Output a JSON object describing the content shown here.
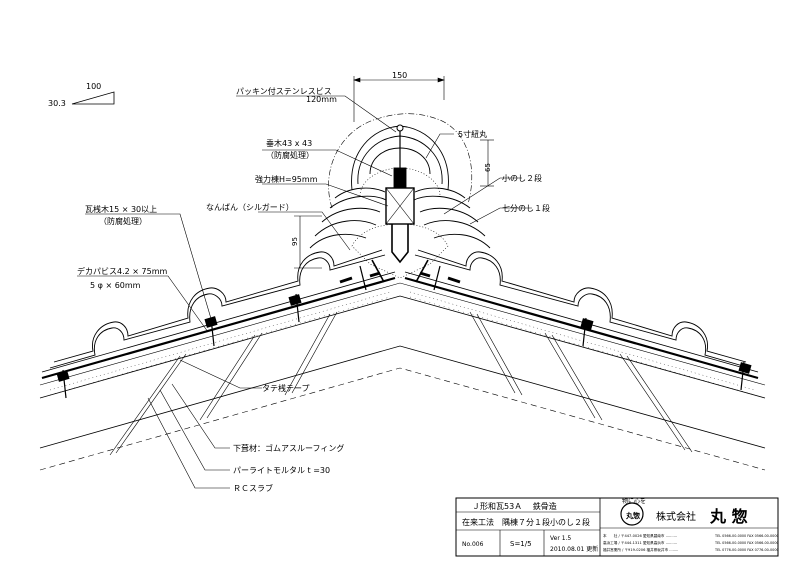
{
  "slope": {
    "run": "100",
    "rise": "30.3"
  },
  "dimensions": {
    "top_width": "150",
    "screw_length": "120mm",
    "side_65": "65",
    "side_95": "95"
  },
  "labels": {
    "packing_screw": "パッキン付ステンレスビス",
    "rafter": "垂木43 x 43",
    "rafter_treat": "（防腐処理）",
    "ridge_beam": "強力棟H=95mm",
    "nanban": "なんばん（シルガード）",
    "batten": "瓦桟木15 × 30以上",
    "batten_treat": "（防腐処理）",
    "screw_spec1": "デカパビス4.2 × 75mm",
    "screw_spec2": "5 φ × 60mm",
    "tape": "タテ桟テープ",
    "underlay": "下葺材：ゴムアスルーフィング",
    "mortar": "パーライトモルタル t =30",
    "slab": "ＲＣスラブ",
    "cap_tile": "5寸紐丸",
    "small_noshi": "小のし２段",
    "seven_noshi": "七分のし１段"
  },
  "title_block": {
    "row1": "Ｊ形和瓦53Ａ　 鉄骨造",
    "row2": "在来工法　隅棟７分１段小のし２段",
    "number": "No.006",
    "scale": "S=1/5",
    "version": "Ver 1.5",
    "date": "2010.08.01 更新",
    "motto": "物に心を",
    "company": "株式会社",
    "brand": "丸 惣",
    "address1": "本　　社 / 〒447-0026 愛知県碧南市 ..........",
    "address2": "高浜工場 / 〒444-1311 愛知県高浜市 ..........",
    "address3": "福井営業所 / 〒919-0206 福井県坂井市 ........",
    "tel1": "TEL 0566-00-0000  FAX 0566-00-0000",
    "tel2": "TEL 0566-00-0000  FAX 0566-00-0000",
    "tel3": "TEL 0776-00-0000  FAX 0776-00-0000",
    "seal": "丸惣"
  }
}
